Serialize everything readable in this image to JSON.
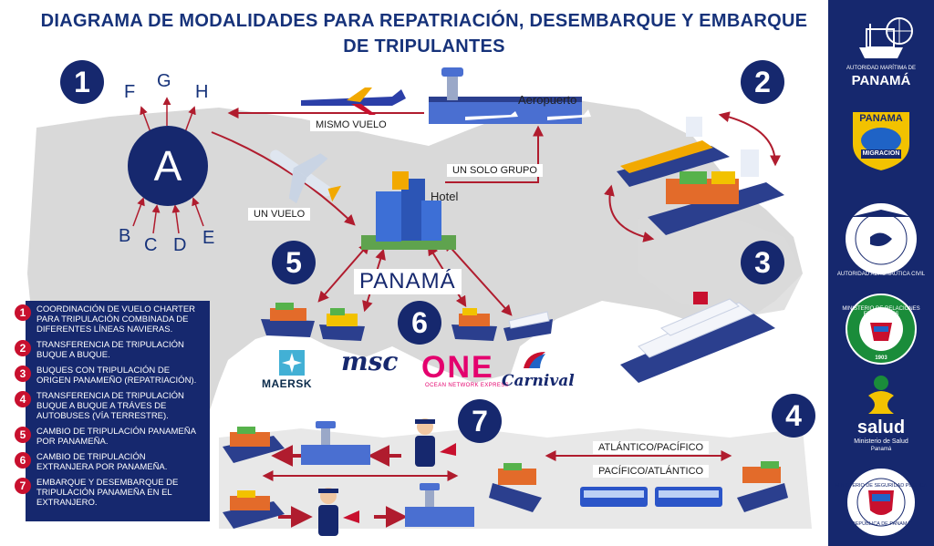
{
  "title": {
    "line1": "DIAGRAMA DE MODALIDADES PARA REPATRIACIÓN, DESEMBARQUE Y EMBARQUE",
    "line2": "DE TRIPULANTES"
  },
  "numbers": [
    "1",
    "2",
    "3",
    "4",
    "5",
    "6",
    "7"
  ],
  "hub": {
    "center": "A",
    "outgoing": [
      "F",
      "G",
      "H"
    ],
    "incoming": [
      "B",
      "C",
      "D",
      "E"
    ]
  },
  "labels": {
    "airport": "Aeropuerto",
    "same_flight": "MISMO VUELO",
    "one_group": "UN SOLO GRUPO",
    "hotel": "Hotel",
    "one_flight": "UN VUELO",
    "panama": "PANAMÁ",
    "atl_pac": "ATLÁNTICO/PACÍFICO",
    "pac_atl": "PACÍFICO/ATLÁNTICO"
  },
  "brands": {
    "maersk": "MAERSK",
    "msc": "msc",
    "one": "ONE",
    "one_sub": "OCEAN NETWORK EXPRESS",
    "carnival": "Carnival"
  },
  "legend": [
    {
      "num": "1",
      "text": "COORDINACIÓN DE VUELO CHARTER PARA TRIPULACIÓN COMBINADA DE DIFERENTES LÍNEAS NAVIERAS."
    },
    {
      "num": "2",
      "text": "TRANSFERENCIA DE TRIPULACIÓN BUQUE A BUQUE."
    },
    {
      "num": "3",
      "text": "BUQUES CON TRIPULACIÓN DE ORIGEN PANAMEÑO (REPATRIACIÓN)."
    },
    {
      "num": "4",
      "text": "TRANSFERENCIA DE TRIPULACIÓN BUQUE A BUQUE A TRÁVES DE AUTOBUSES (VÍA TERRESTRE)."
    },
    {
      "num": "5",
      "text": "CAMBIO DE TRIPULACIÓN PANAMEÑA POR PANAMEÑA."
    },
    {
      "num": "6",
      "text": "CAMBIO DE TRIPULACIÓN EXTRANJERA POR PANAMEÑA."
    },
    {
      "num": "7",
      "text": "EMBARQUE Y DESEMBARQUE DE TRIPULACIÓN PANAMEÑA EN EL EXTRANJERO."
    }
  ],
  "sidebar": {
    "amp_line1": "AUTORIDAD MARÍTIMA DE",
    "amp_line2": "PANAMÁ",
    "migracion_top": "PANAMA",
    "migracion_bottom": "MIGRACION",
    "aac_ring": "AUTORIDAD AERONÁUTICA CIVIL",
    "mire_ring": "MINISTERIO DE RELACIONES EXTERIORES",
    "mire_year": "1903",
    "salud": "salud",
    "salud_sub1": "Ministerio de Salud",
    "salud_sub2": "Panamá",
    "minseg_ring": "MINISTERIO DE SEGURIDAD PÚBLICA",
    "minseg_sub": "REPÚBLICA DE PANAMÁ"
  },
  "colors": {
    "navy": "#16286e",
    "arrow_red": "#b01c2e",
    "map_gray": "#d9d9d9",
    "legend_badge": "#c8102e",
    "migracion_yellow": "#f2c200",
    "one_magenta": "#e4006e"
  }
}
